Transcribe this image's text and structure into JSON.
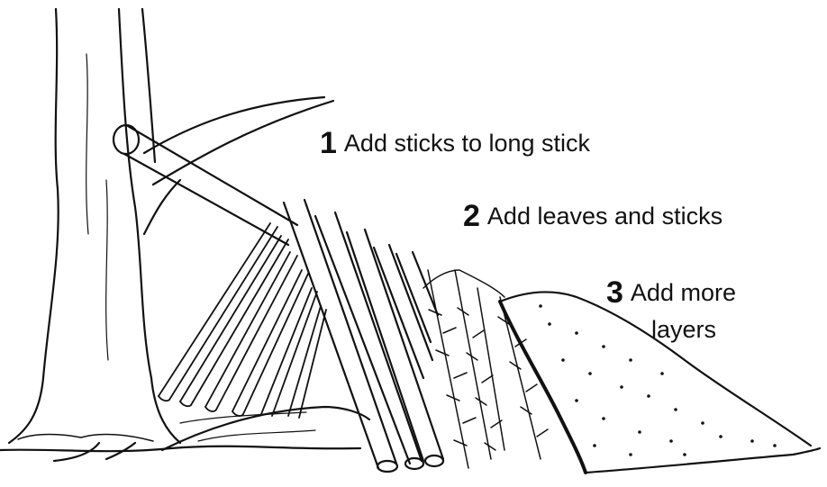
{
  "steps": [
    {
      "number": "1",
      "text": "Add sticks to long stick"
    },
    {
      "number": "2",
      "text": "Add leaves and sticks"
    },
    {
      "number": "3",
      "text": "Add more",
      "text_line2": "layers"
    }
  ],
  "colors": {
    "ink": "#111111",
    "background": "#ffffff"
  }
}
